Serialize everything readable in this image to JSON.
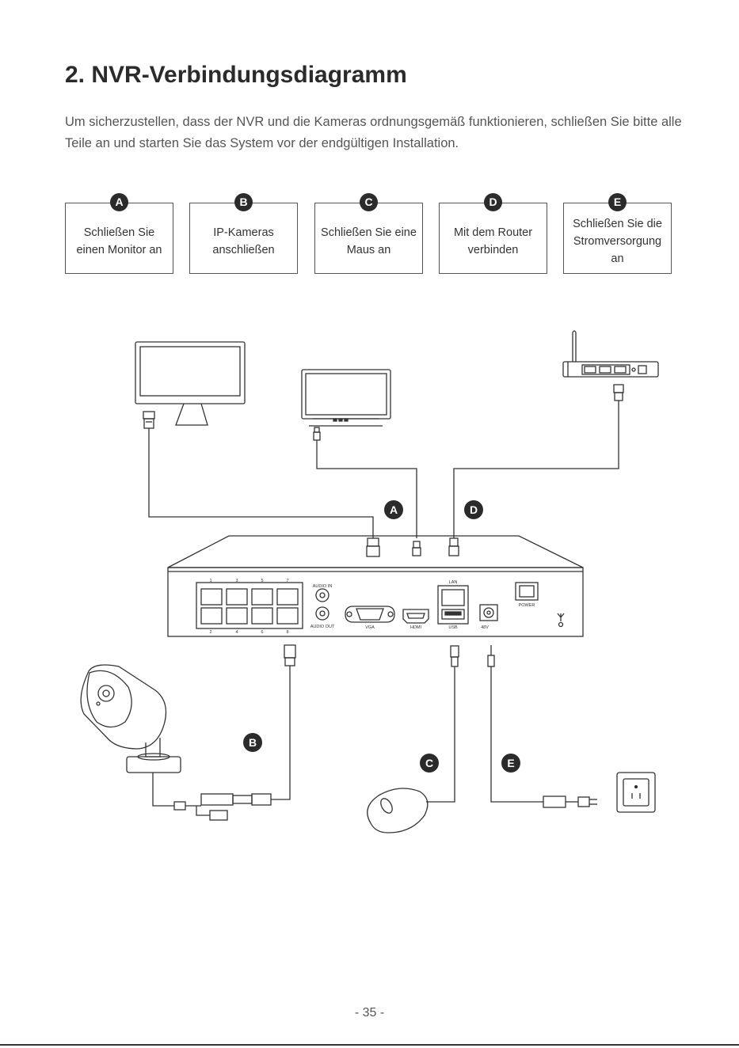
{
  "heading": "2. NVR-Verbindungsdiagramm",
  "intro": "Um sicherzustellen, dass der NVR und die Kameras ordnungsgemäß funktionieren, schließen Sie bitte alle Teile an und starten Sie das System vor der endgültigen Installation.",
  "steps": [
    {
      "badge": "A",
      "label": "Schließen Sie einen Monitor an"
    },
    {
      "badge": "B",
      "label": "IP-Kameras anschließen"
    },
    {
      "badge": "C",
      "label": "Schließen Sie eine Maus an"
    },
    {
      "badge": "D",
      "label": "Mit dem Router verbinden"
    },
    {
      "badge": "E",
      "label": "Schließen Sie die Stromversorgung an"
    }
  ],
  "nvr_labels": {
    "port_top": [
      "1",
      "3",
      "5",
      "7"
    ],
    "port_bottom": [
      "2",
      "4",
      "6",
      "8"
    ],
    "audio_in": "AUDIO IN",
    "audio_out": "AUDIO OUT",
    "vga": "VGA",
    "hdmi": "HDMI",
    "lan": "LAN",
    "usb": "USB",
    "dc": "48V",
    "power": "POWER"
  },
  "page_number": "- 35 -",
  "colors": {
    "ink": "#2b2b2b",
    "line": "#333333",
    "text": "#555555"
  }
}
